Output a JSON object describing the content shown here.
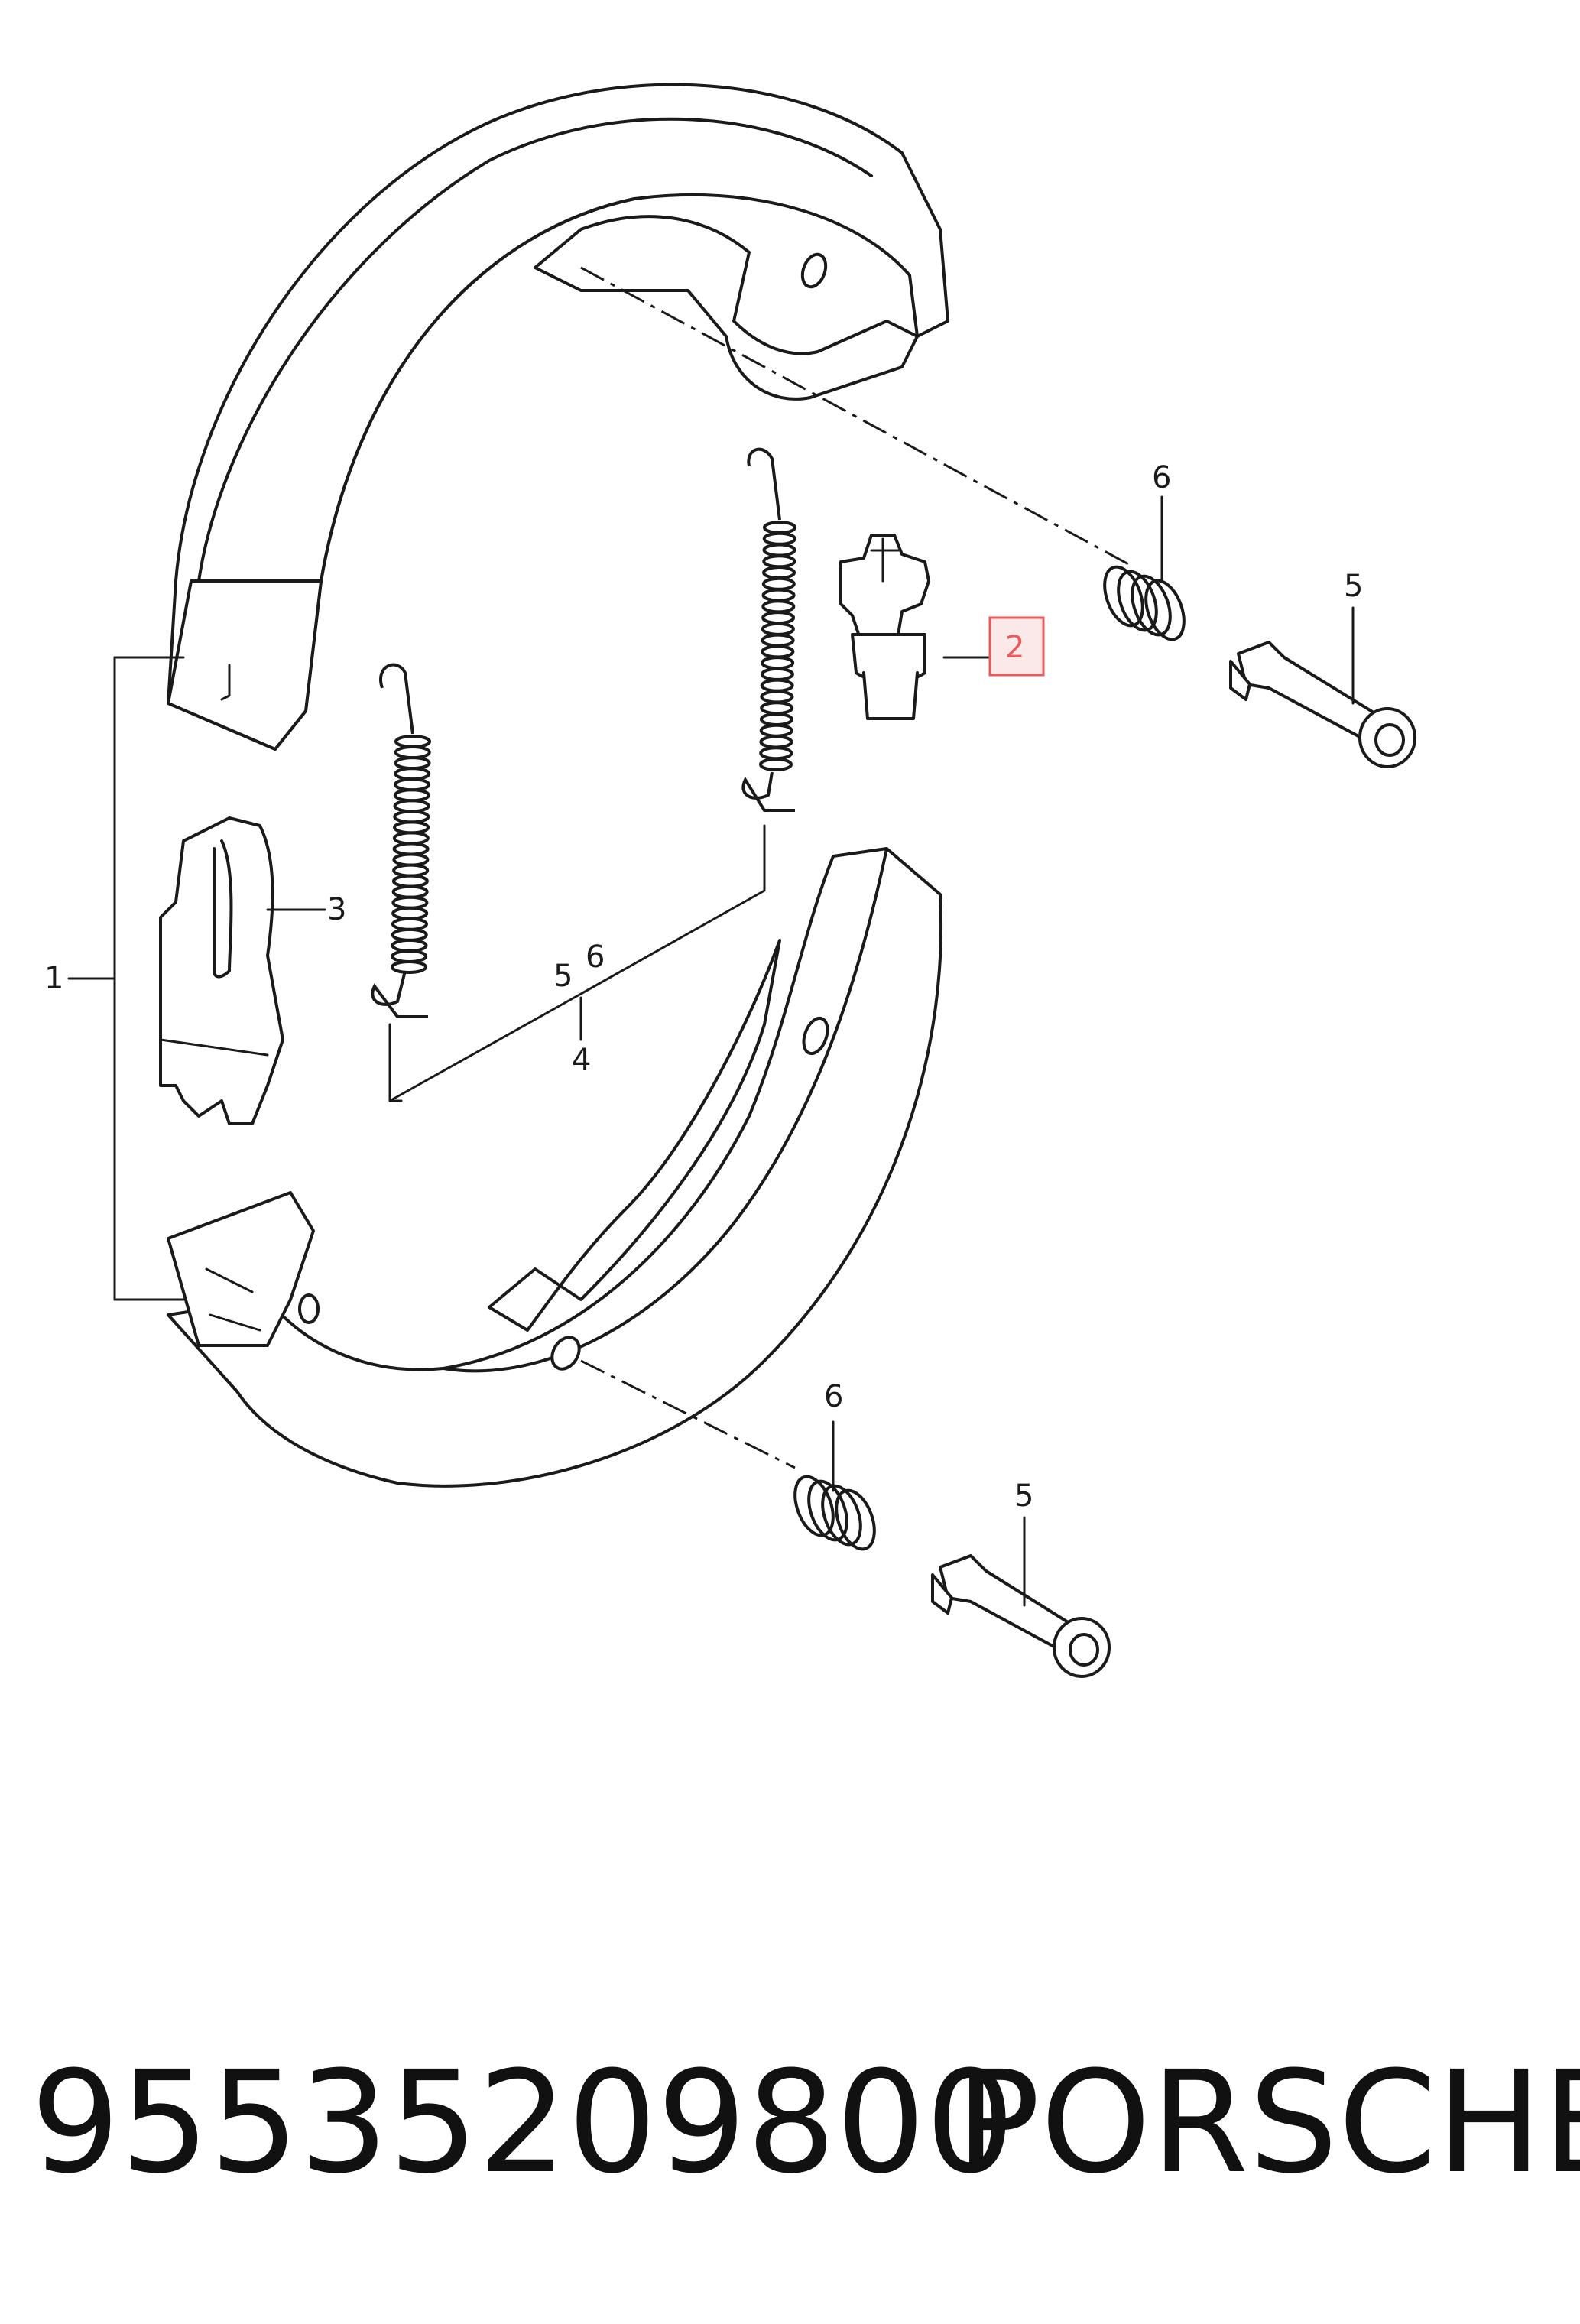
{
  "callouts": {
    "c1": "1",
    "c2": "2",
    "c3": "3",
    "c4": "4",
    "c5_top": "5",
    "c6_top": "6",
    "c5_mid": "5",
    "c6_mid": "6",
    "c6_bottom": "6",
    "c5_bottom": "5"
  },
  "highlight": {
    "callout": "2",
    "color": "#ea5a5a"
  },
  "footer": {
    "part_number": "95535209800",
    "brand": "PORSCHE"
  }
}
